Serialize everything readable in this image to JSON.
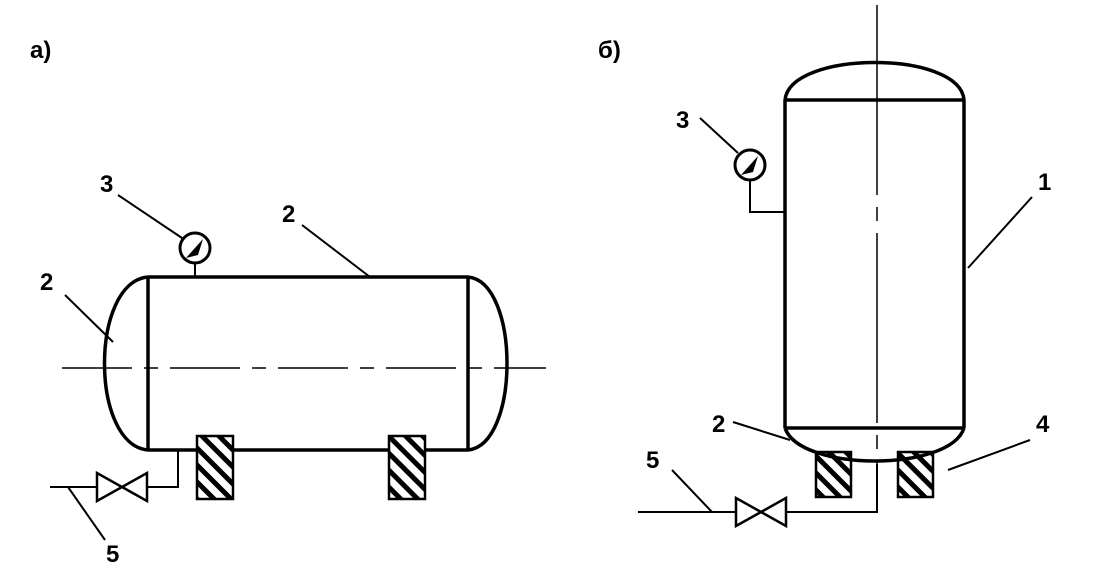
{
  "panels": {
    "a": {
      "title": "а)"
    },
    "b": {
      "title": "б)"
    }
  },
  "labels": {
    "a_gauge": "3",
    "a_shell": "2",
    "a_head": "2",
    "a_drain": "5",
    "b_gauge": "3",
    "b_shell": "1",
    "b_head": "2",
    "b_support": "4",
    "b_drain": "5"
  }
}
